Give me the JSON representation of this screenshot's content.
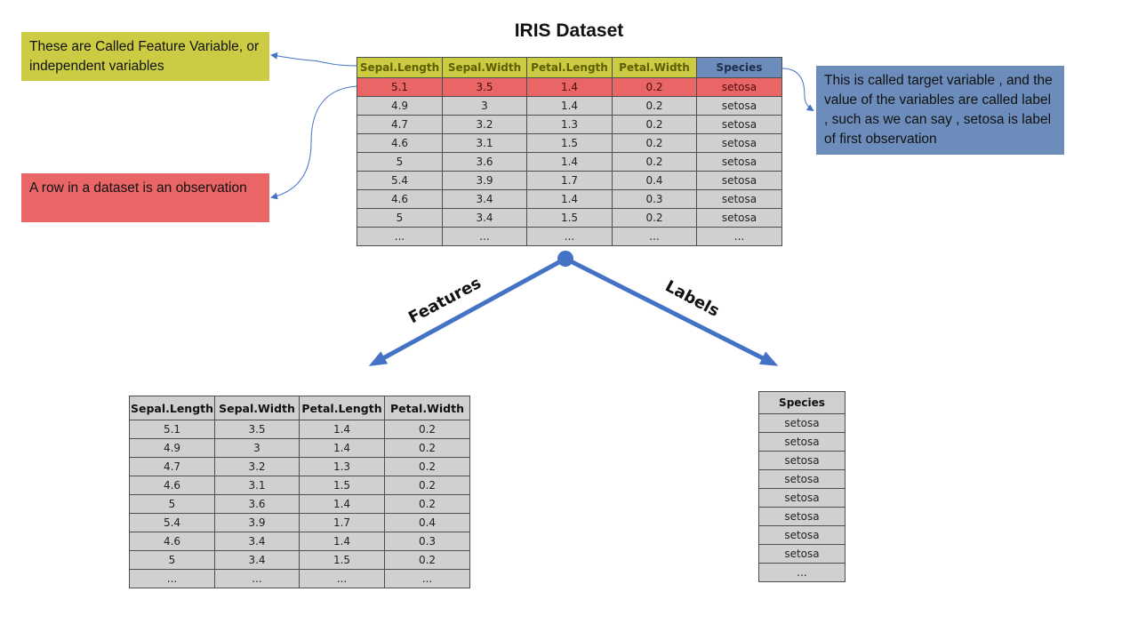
{
  "title": "IRIS Dataset",
  "columns": [
    "Sepal.Length",
    "Sepal.Width",
    "Petal.Length",
    "Petal.Width",
    "Species"
  ],
  "rows": [
    [
      "5.1",
      "3.5",
      "1.4",
      "0.2",
      "setosa"
    ],
    [
      "4.9",
      "3",
      "1.4",
      "0.2",
      "setosa"
    ],
    [
      "4.7",
      "3.2",
      "1.3",
      "0.2",
      "setosa"
    ],
    [
      "4.6",
      "3.1",
      "1.5",
      "0.2",
      "setosa"
    ],
    [
      "5",
      "3.6",
      "1.4",
      "0.2",
      "setosa"
    ],
    [
      "5.4",
      "3.9",
      "1.7",
      "0.4",
      "setosa"
    ],
    [
      "4.6",
      "3.4",
      "1.4",
      "0.3",
      "setosa"
    ],
    [
      "5",
      "3.4",
      "1.5",
      "0.2",
      "setosa"
    ],
    [
      "...",
      "...",
      "...",
      "...",
      "..."
    ]
  ],
  "callouts": {
    "features": "These are Called Feature Variable, or independent variables",
    "observation": "A row in a dataset is an observation",
    "target": "This is called target variable , and the value of the variables are called label , such as we can say , setosa is label of first observation"
  },
  "branches": {
    "features": "Features",
    "labels": "Labels"
  },
  "colors": {
    "feature_header": "#cccc44",
    "target_header": "#6c8dbb",
    "highlight_row": "#e96566",
    "cell": "#d0d0d0",
    "connector": "#4472c4"
  }
}
